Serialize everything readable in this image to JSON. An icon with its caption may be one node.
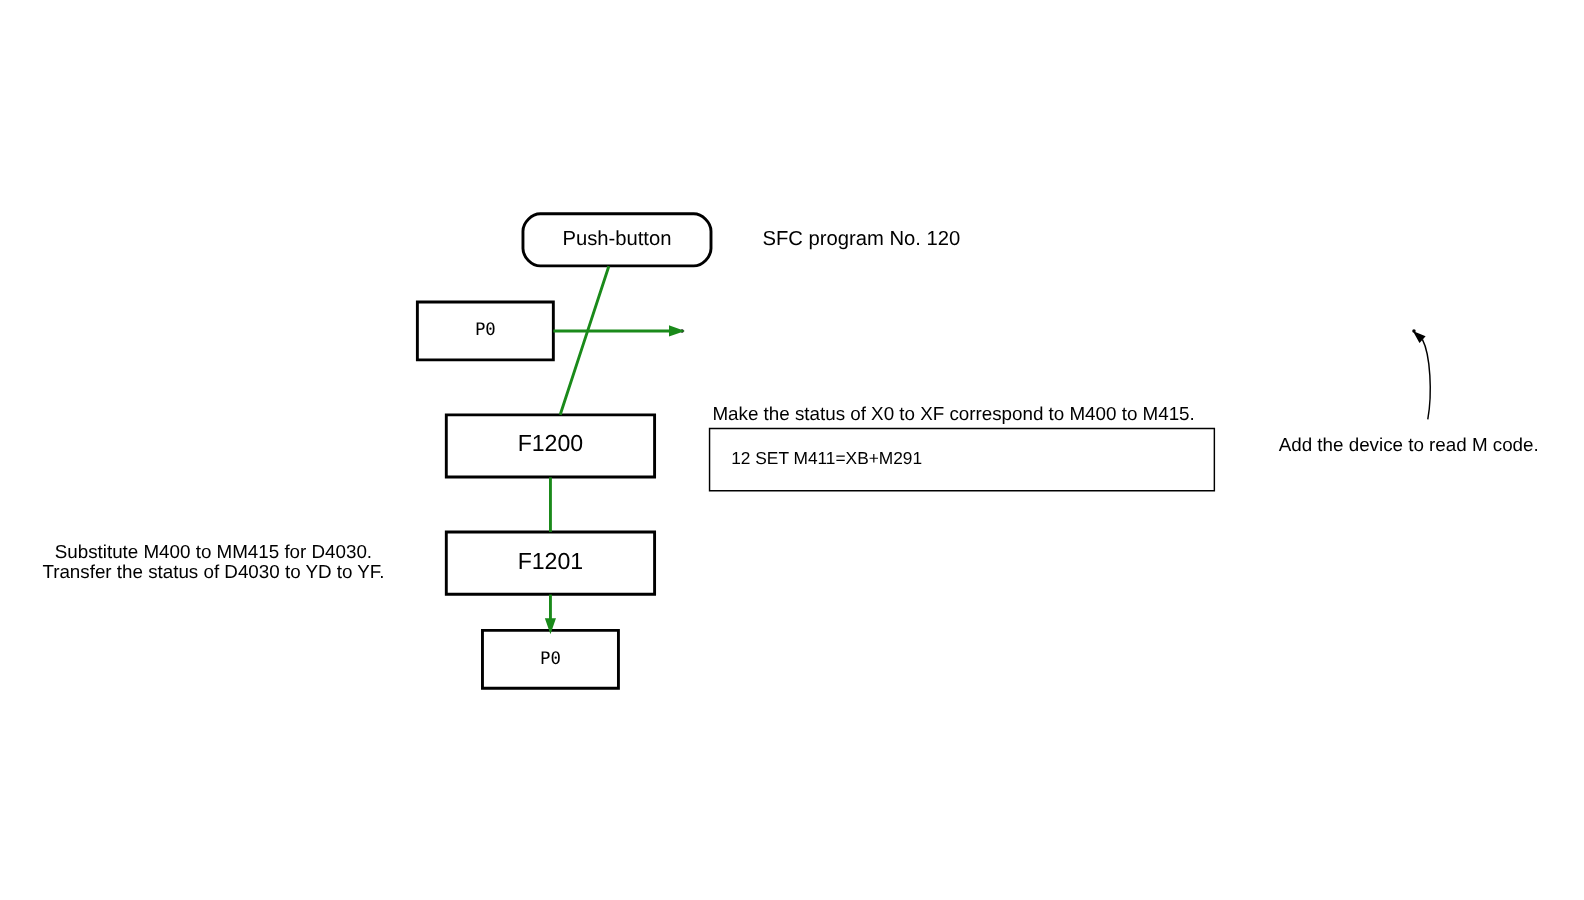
{
  "diagram": {
    "nodes": [
      {
        "text": [
          "Push-button"
        ],
        "beside": [
          "SFC program No. 120"
        ]
      },
      {
        "text": [
          "P0"
        ]
      },
      {
        "text": [
          "Make the status of X0 to XF correspond to M400 to M415.",
          "12 SET M411=XB+M291"
        ]
      },
      {
        "text": [
          "Add the device to read M code."
        ]
      },
      {
        "text": [
          "F1200"
        ]
      },
      {
        "text": [
          "F1201"
        ]
      },
      {
        "text": [
          "P0"
        ]
      }
    ],
    "edges": [
      {
        "from": 0,
        "to": 4,
        "arrow": "none"
      },
      {
        "from": 1,
        "to": null,
        "arrow": "to"
      },
      {
        "from": 3,
        "to": null,
        "arrow": "to",
        "color": "#000000"
      },
      {
        "from": 4,
        "to": 5,
        "arrow": "none"
      },
      {
        "from": 5,
        "to": 6,
        "arrow": "to"
      }
    ],
    "labels": [
      "Substitute M400 to MM415 for D4030. Transfer the status of D4030 to YD to YF."
    ]
  }
}
